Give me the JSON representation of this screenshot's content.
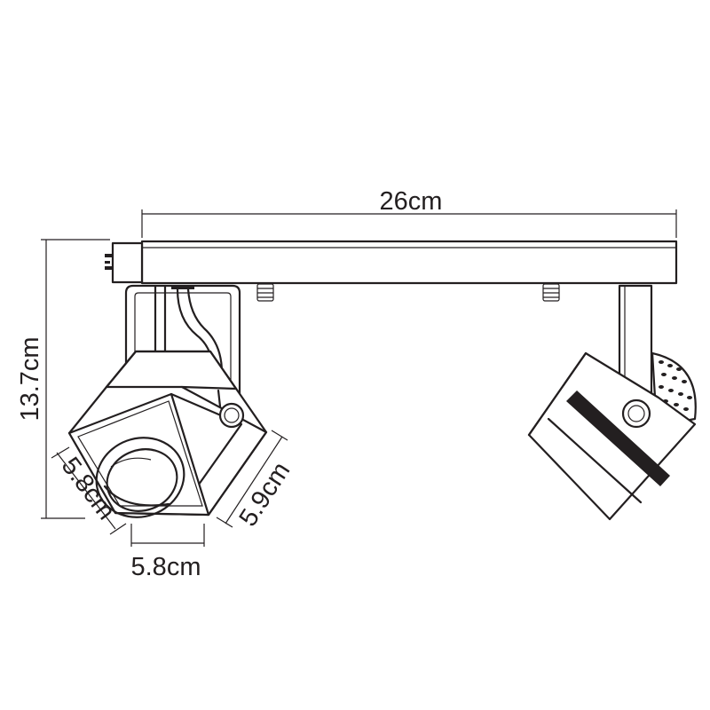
{
  "dimensions": {
    "length": "26cm",
    "height": "13.7cm",
    "head_front_width": "5.8cm",
    "head_front_height": "5.8cm",
    "head_depth": "5.9cm"
  }
}
